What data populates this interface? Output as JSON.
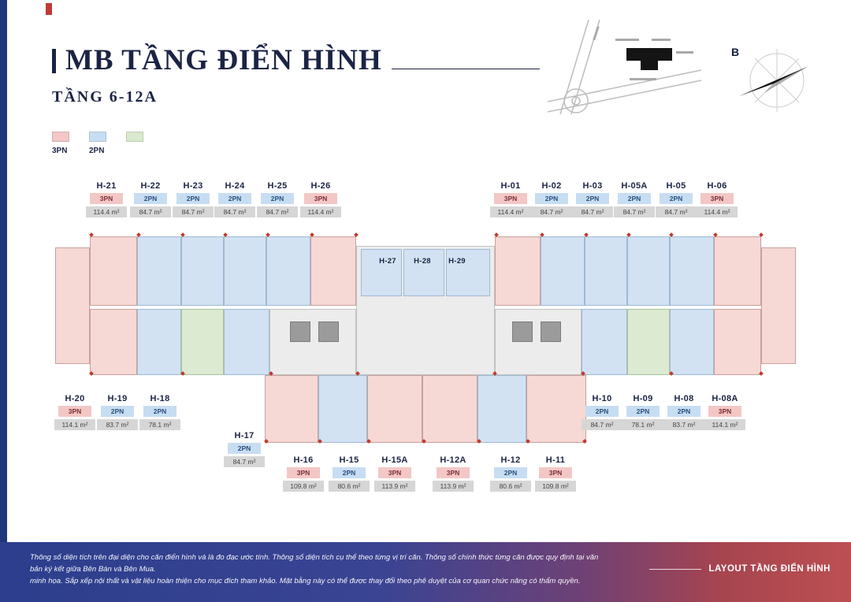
{
  "header": {
    "title": "MB TẦNG ĐIỂN HÌNH",
    "subtitle": "TẦNG 6-12A"
  },
  "legend": {
    "items": [
      {
        "label": "3PN",
        "color": "#f3c7c5"
      },
      {
        "label": "2PN",
        "color": "#c7ddf2"
      },
      {
        "label": "",
        "color": "#d9e9cb"
      }
    ]
  },
  "compass": {
    "north_label": "B"
  },
  "plan": {
    "groups": {
      "top_left": [
        {
          "code": "H-21",
          "type": "3PN",
          "area": "114.4 m²"
        },
        {
          "code": "H-22",
          "type": "2PN",
          "area": "84.7 m²"
        },
        {
          "code": "H-23",
          "type": "2PN",
          "area": "84.7 m²"
        },
        {
          "code": "H-24",
          "type": "2PN",
          "area": "84.7 m²"
        },
        {
          "code": "H-25",
          "type": "2PN",
          "area": "84.7 m²"
        },
        {
          "code": "H-26",
          "type": "3PN",
          "area": "114.4 m²"
        }
      ],
      "top_right": [
        {
          "code": "H-01",
          "type": "3PN",
          "area": "114.4 m²"
        },
        {
          "code": "H-02",
          "type": "2PN",
          "area": "84.7 m²"
        },
        {
          "code": "H-03",
          "type": "2PN",
          "area": "84.7 m²"
        },
        {
          "code": "H-05A",
          "type": "2PN",
          "area": "84.7 m²"
        },
        {
          "code": "H-05",
          "type": "2PN",
          "area": "84.7 m²"
        },
        {
          "code": "H-06",
          "type": "3PN",
          "area": "114.4 m²"
        }
      ],
      "center": [
        {
          "code": "H-27"
        },
        {
          "code": "H-28"
        },
        {
          "code": "H-29"
        }
      ],
      "left_mid": [
        {
          "code": "H-20",
          "type": "3PN",
          "area": "114.1 m²"
        },
        {
          "code": "H-19",
          "type": "2PN",
          "area": "83.7 m²"
        },
        {
          "code": "H-18",
          "type": "2PN",
          "area": "78.1 m²"
        }
      ],
      "left_mid_below": [
        {
          "code": "H-17",
          "type": "2PN",
          "area": "84.7 m²"
        }
      ],
      "right_mid": [
        {
          "code": "H-10",
          "type": "2PN",
          "area": "84.7 m²"
        },
        {
          "code": "H-09",
          "type": "2PN",
          "area": "78.1 m²"
        },
        {
          "code": "H-08",
          "type": "2PN",
          "area": "83.7 m²"
        },
        {
          "code": "H-08A",
          "type": "3PN",
          "area": "114.1 m²"
        }
      ],
      "bottom": [
        {
          "code": "H-16",
          "type": "3PN",
          "area": "109.8 m²"
        },
        {
          "code": "H-15",
          "type": "2PN",
          "area": "80.6 m²"
        },
        {
          "code": "H-15A",
          "type": "3PN",
          "area": "113.9 m²"
        },
        {
          "code": "H-12A",
          "type": "3PN",
          "area": "113.9 m²"
        },
        {
          "code": "H-12",
          "type": "2PN",
          "area": "80.6 m²"
        },
        {
          "code": "H-11",
          "type": "3PN",
          "area": "109.8 m²"
        }
      ]
    }
  },
  "footer": {
    "line1": "Thông số diện tích trên đại diện cho căn điển hình và là đo đạc ước tính. Thông số diện tích cụ thể theo từng vị trí căn. Thông số chính thức từng căn được quy định tại văn bản ký kết giữa Bên Bán và Bên Mua.",
    "line2": "minh họa. Sắp xếp nội thất và vật liệu hoàn thiện cho mục đích tham khảo. Mặt bằng này có thể được thay đổi theo phê duyệt của cơ quan chức năng có thẩm quyền.",
    "right_label": "LAYOUT TẦNG ĐIỂN HÌNH"
  }
}
